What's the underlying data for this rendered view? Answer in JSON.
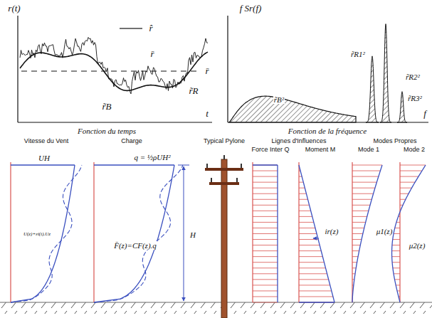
{
  "diagram": {
    "labels": [
      "r(t)",
      "r̂",
      "r̄",
      "r̄",
      "r̃R",
      "r̃B",
      "t",
      "Fonction du temps",
      "f Sr(f)",
      "f",
      "r̃B²",
      "r̃R1²",
      "r̃R2²",
      "r̃R3²",
      "Fonction de la fréquence",
      "Vitesse du Vent",
      "Charge",
      "Typical Pylone",
      "Lignes d'Influences",
      "Modes Propres",
      "Force Inter Q",
      "Moment M",
      "Mode 1",
      "Mode 2",
      "UH",
      "U(z)+εi(t).Uz",
      "q = ½ρUH²",
      "F̄(z)=CF(z).q",
      "H",
      "ir(z)",
      "μ1(z)",
      "μ2(z)"
    ]
  }
}
